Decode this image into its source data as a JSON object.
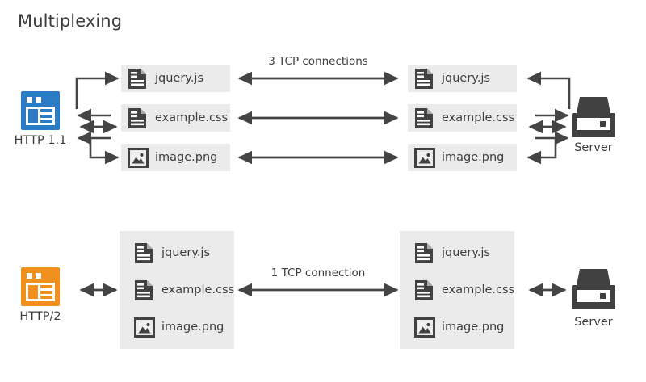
{
  "title": "Multiplexing",
  "colors": {
    "http11_accent": "#2b7cc4",
    "http2_accent": "#f2901e",
    "box_fill": "#ebebeb",
    "ink": "#3d3d3d",
    "arrow": "#444444",
    "page_bg": "#ffffff"
  },
  "sections": [
    {
      "id": "http11",
      "client": {
        "label": "HTTP 1.1",
        "icon": "browser-window-icon",
        "accent": "#2b7cc4"
      },
      "server": {
        "label": "Server",
        "icon": "server-icon"
      },
      "connection_label": "3 TCP connections",
      "resources": [
        {
          "name": "jquery.js",
          "icon": "document-icon"
        },
        {
          "name": "example.css",
          "icon": "document-icon"
        },
        {
          "name": "image.png",
          "icon": "image-file-icon"
        }
      ],
      "server_resources": [
        {
          "name": "jquery.js",
          "icon": "document-icon"
        },
        {
          "name": "example.css",
          "icon": "document-icon"
        },
        {
          "name": "image.png",
          "icon": "image-file-icon"
        }
      ]
    },
    {
      "id": "http2",
      "client": {
        "label": "HTTP/2",
        "icon": "browser-window-icon",
        "accent": "#f2901e"
      },
      "server": {
        "label": "Server",
        "icon": "server-icon"
      },
      "connection_label": "1 TCP connection",
      "resources": [
        {
          "name": "jquery.js",
          "icon": "document-icon"
        },
        {
          "name": "example.css",
          "icon": "document-icon"
        },
        {
          "name": "image.png",
          "icon": "image-file-icon"
        }
      ],
      "server_resources": [
        {
          "name": "jquery.js",
          "icon": "document-icon"
        },
        {
          "name": "example.css",
          "icon": "document-icon"
        },
        {
          "name": "image.png",
          "icon": "image-file-icon"
        }
      ]
    }
  ]
}
